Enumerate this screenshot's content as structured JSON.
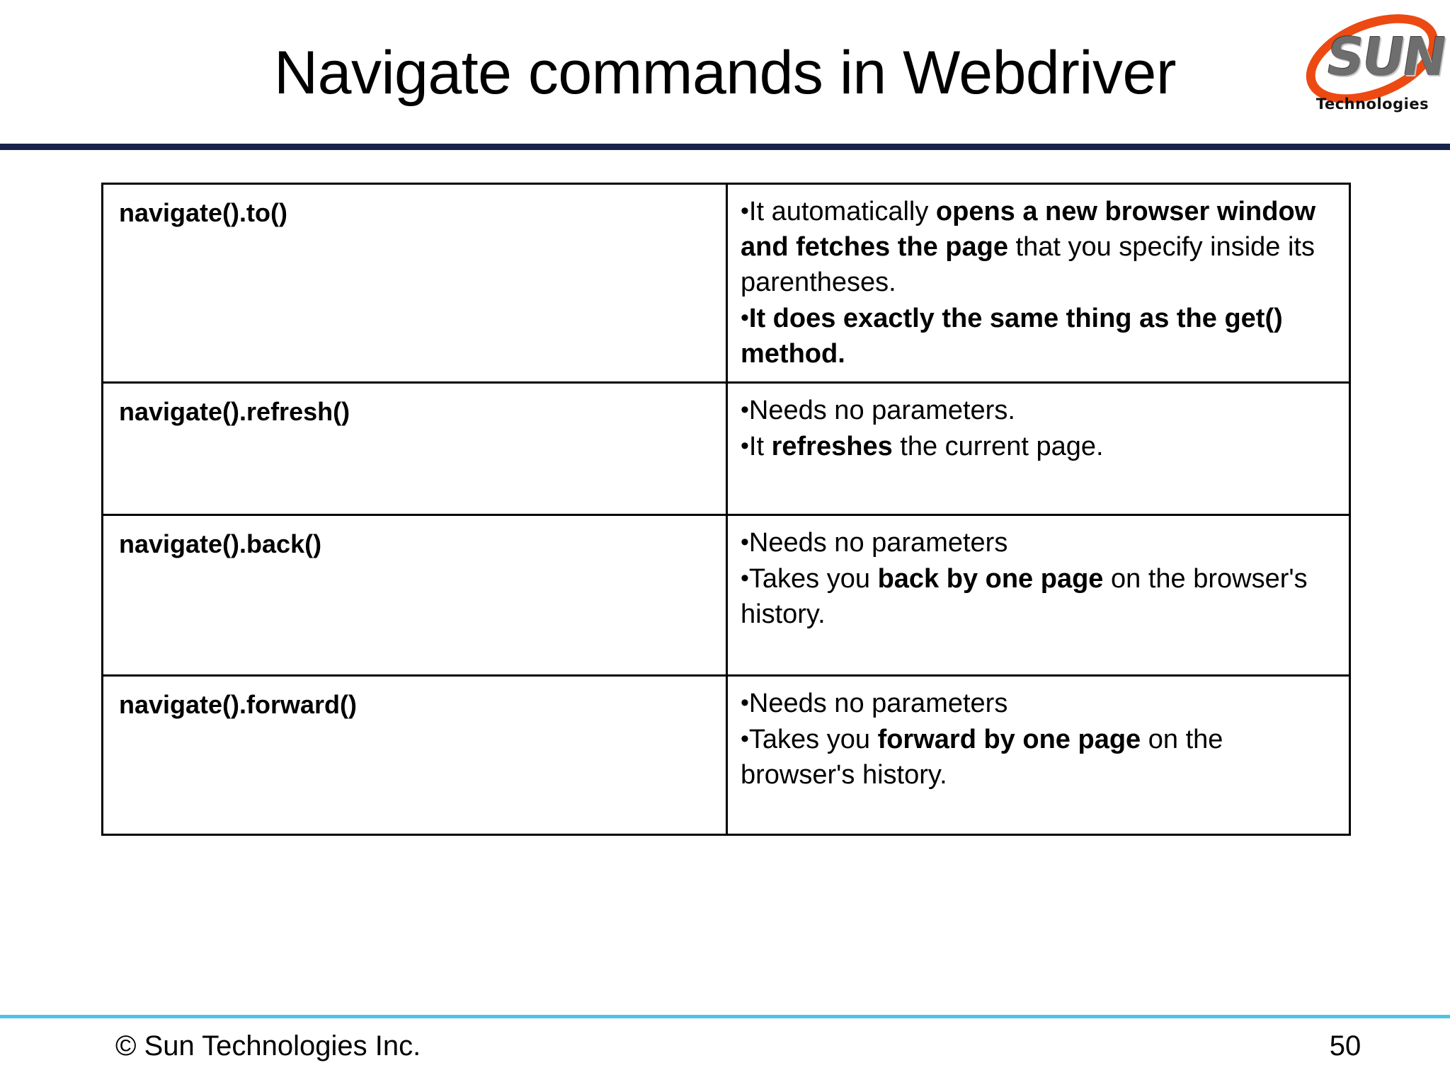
{
  "slide": {
    "title": "Navigate commands in Webdriver",
    "header_rule_color": "#17234a",
    "footer_rule_color": "#4ec3e8",
    "background_color": "#ffffff"
  },
  "logo": {
    "mark_text": "SUN",
    "word": "Technologies",
    "swoosh_color": "#ec4a12",
    "mark_color": "#6e6e6e"
  },
  "table": {
    "rows": [
      {
        "command": "navigate().to()",
        "bullets": [
          {
            "parts": [
              {
                "text": "It automatically ",
                "bold": false
              },
              {
                "text": "opens a new browser window and fetches the page",
                "bold": true
              },
              {
                "text": " that you specify inside its parentheses.",
                "bold": false
              }
            ]
          },
          {
            "parts": [
              {
                "text": "It does exactly the same thing as the get() method.",
                "bold": true
              }
            ]
          }
        ]
      },
      {
        "command": "navigate().refresh()",
        "bullets": [
          {
            "parts": [
              {
                "text": "Needs no parameters.",
                "bold": false
              }
            ]
          },
          {
            "parts": [
              {
                "text": "It ",
                "bold": false
              },
              {
                "text": "refreshes",
                "bold": true
              },
              {
                "text": " the current page.",
                "bold": false
              }
            ]
          }
        ]
      },
      {
        "command": "navigate().back()",
        "bullets": [
          {
            "parts": [
              {
                "text": "Needs no parameters",
                "bold": false
              }
            ]
          },
          {
            "parts": [
              {
                "text": "Takes you ",
                "bold": false
              },
              {
                "text": "back by one page",
                "bold": true
              },
              {
                "text": " on the browser's history.",
                "bold": false
              }
            ]
          }
        ]
      },
      {
        "command": "navigate().forward()",
        "bullets": [
          {
            "parts": [
              {
                "text": "Needs no parameters",
                "bold": false
              }
            ]
          },
          {
            "parts": [
              {
                "text": "Takes you ",
                "bold": false
              },
              {
                "text": "forward by one page",
                "bold": true
              },
              {
                "text": " on the browser's history.",
                "bold": false
              }
            ]
          }
        ]
      }
    ],
    "bullet_glyph": "•"
  },
  "footer": {
    "copyright": "© Sun Technologies Inc.",
    "page_number": "50"
  }
}
